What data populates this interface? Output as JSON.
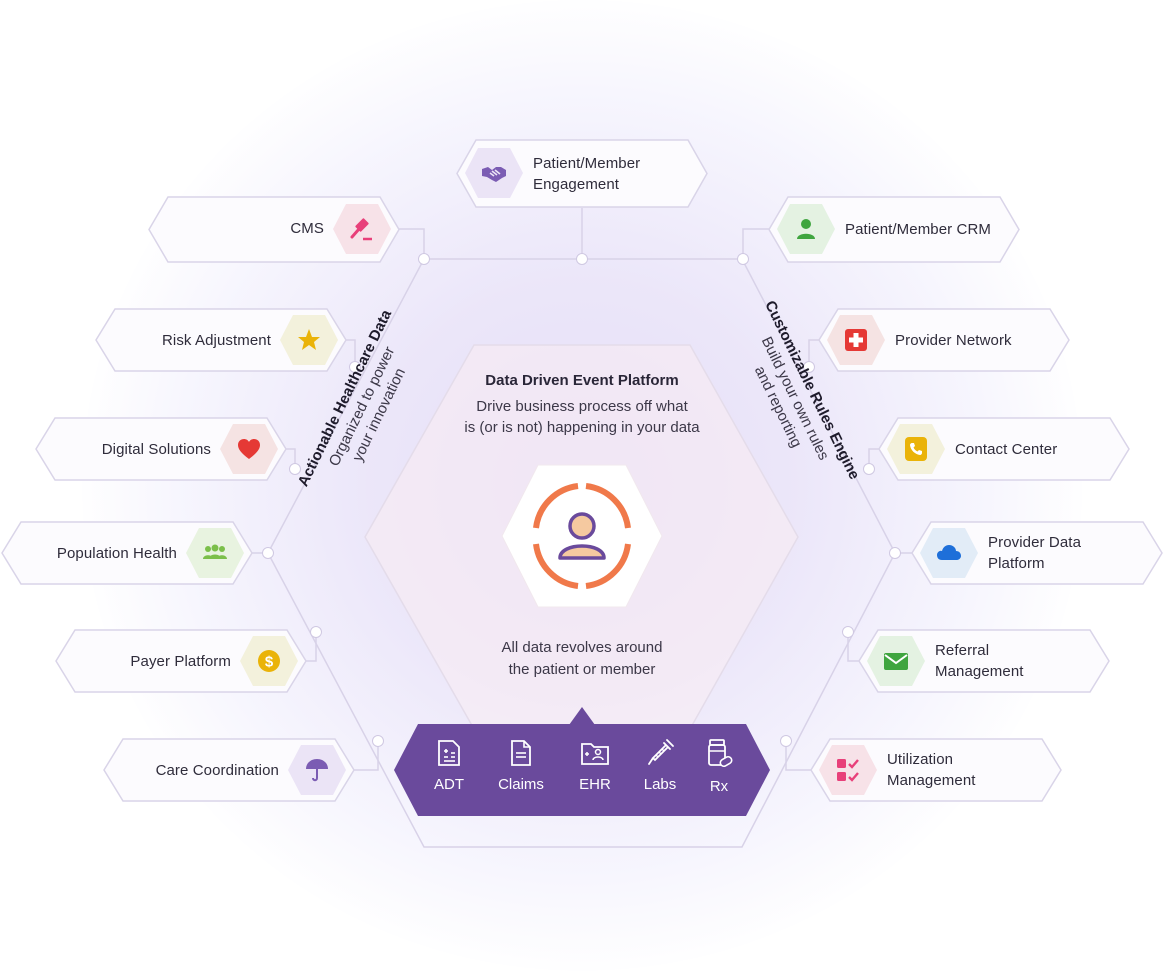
{
  "center": {
    "title": "Data Driven Event Platform",
    "subtitle_line1": "Drive business process off what",
    "subtitle_line2": "is (or is not) happening in your data",
    "caption_line1": "All data revolves around",
    "caption_line2": "the patient or member",
    "icon": "person-target-icon"
  },
  "left_arc": {
    "title": "Actionable Healthcare Data",
    "sub_line1": "Organized to power",
    "sub_line2": "your innovation"
  },
  "right_arc": {
    "title": "Customizable Rules Engine",
    "sub_line1": "Build your own rules",
    "sub_line2": "and reporting"
  },
  "top_node": {
    "label_line1": "Patient/Member",
    "label_line2": "Engagement",
    "icon": "handshake-icon"
  },
  "left_nodes": [
    {
      "label": "CMS",
      "icon": "gavel-icon"
    },
    {
      "label": "Risk Adjustment",
      "icon": "star-icon"
    },
    {
      "label": "Digital Solutions",
      "icon": "heart-icon"
    },
    {
      "label": "Population Health",
      "icon": "group-icon"
    },
    {
      "label": "Payer Platform",
      "icon": "dollar-coin-icon"
    },
    {
      "label": "Care Coordination",
      "icon": "umbrella-icon"
    }
  ],
  "right_nodes": [
    {
      "label_line1": "Patient/Member CRM",
      "label_line2": "",
      "icon": "person-icon"
    },
    {
      "label_line1": "Provider Network",
      "label_line2": "",
      "icon": "medical-cross-icon"
    },
    {
      "label_line1": "Contact Center",
      "label_line2": "",
      "icon": "phone-icon"
    },
    {
      "label_line1": "Provider Data",
      "label_line2": "Platform",
      "icon": "cloud-icon"
    },
    {
      "label_line1": "Referral",
      "label_line2": "Management",
      "icon": "envelope-icon"
    },
    {
      "label_line1": "Utilization",
      "label_line2": "Management",
      "icon": "checklist-icon"
    }
  ],
  "sources": [
    {
      "label": "ADT",
      "icon": "adt-document-icon"
    },
    {
      "label": "Claims",
      "icon": "claims-document-icon"
    },
    {
      "label": "EHR",
      "icon": "ehr-folder-icon"
    },
    {
      "label": "Labs",
      "icon": "syringe-icon"
    },
    {
      "label": "Rx",
      "icon": "pill-bottle-icon"
    }
  ],
  "colors": {
    "purple": "#6a4a9c",
    "accent_orange": "#f0794a",
    "line": "#d6d0e6",
    "node_border": "#d9d4e8"
  }
}
